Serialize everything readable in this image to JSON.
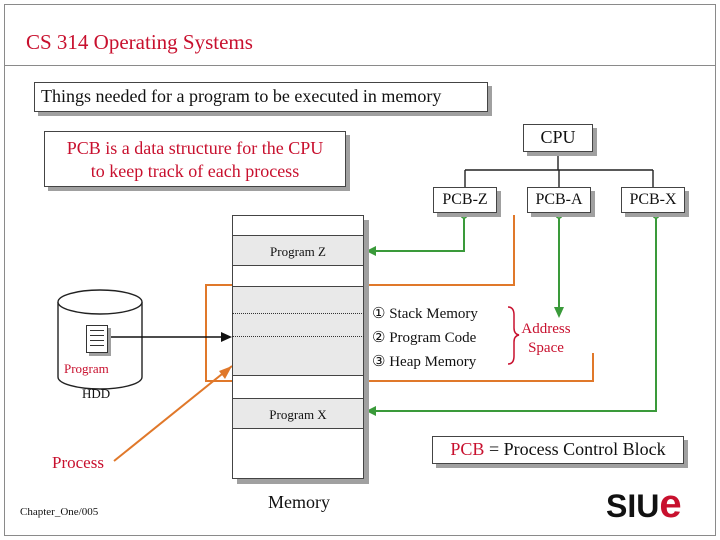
{
  "slide": {
    "course_title": "CS 314 Operating Systems",
    "heading": "Things needed for a program to be executed in memory",
    "pcb_note_line1": "PCB is a data structure for the CPU",
    "pcb_note_line2": "to keep track of each process",
    "cpu": "CPU",
    "pcbs": [
      "PCB-Z",
      "PCB-A",
      "PCB-X"
    ],
    "memory": {
      "program_z": "Program Z",
      "program_x": "Program X",
      "label": "Memory"
    },
    "process_parts": [
      "① Stack Memory",
      "② Program Code",
      "③ Heap Memory"
    ],
    "address_space_line1": "Address",
    "address_space_line2": "Space",
    "hdd": {
      "program_label": "Program",
      "label": "HDD"
    },
    "process_label": "Process",
    "pcb_definition_abbr": "PCB",
    "pcb_definition_rest": " = Process Control Block",
    "slide_code": "Chapter_One/005",
    "logo_main": "SIU",
    "logo_e": "e"
  },
  "colors": {
    "accent_red": "#c8102e",
    "orange_line": "#e0782a",
    "green_line": "#3a9a3a",
    "box_shadow": "#a0a0a0"
  }
}
